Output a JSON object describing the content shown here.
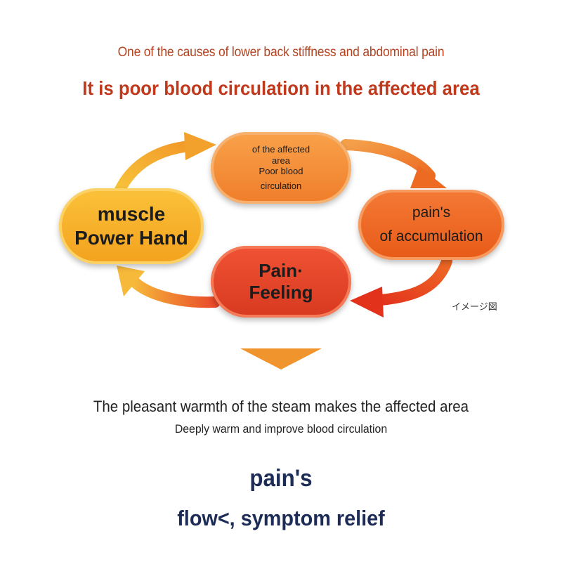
{
  "header": {
    "subtitle": "One of the causes of lower back stiffness and abdominal pain",
    "title": "It is poor blood circulation in the affected area"
  },
  "cycle": {
    "top": {
      "line1": "of the affected",
      "line2": "area",
      "line3": "Poor blood",
      "line4": "circulation"
    },
    "right": {
      "line1": "pain's",
      "line2": "of accumulation"
    },
    "bottom": {
      "line1": "Pain·",
      "line2": "Feeling"
    },
    "left": {
      "line1": "muscle",
      "line2": "Power Hand"
    },
    "image_note": "イメージ図"
  },
  "result": {
    "main": "The pleasant warmth of the steam makes the affected area",
    "sub": "Deeply warm and improve blood circulation",
    "relief_line1": "pain's",
    "relief_line2": "flow<, symptom relief"
  },
  "colors": {
    "title_red": "#c0391c",
    "navy": "#1d2b57",
    "orange": "#ef7d2a",
    "yellow": "#f3a21e",
    "red": "#d83a20"
  }
}
